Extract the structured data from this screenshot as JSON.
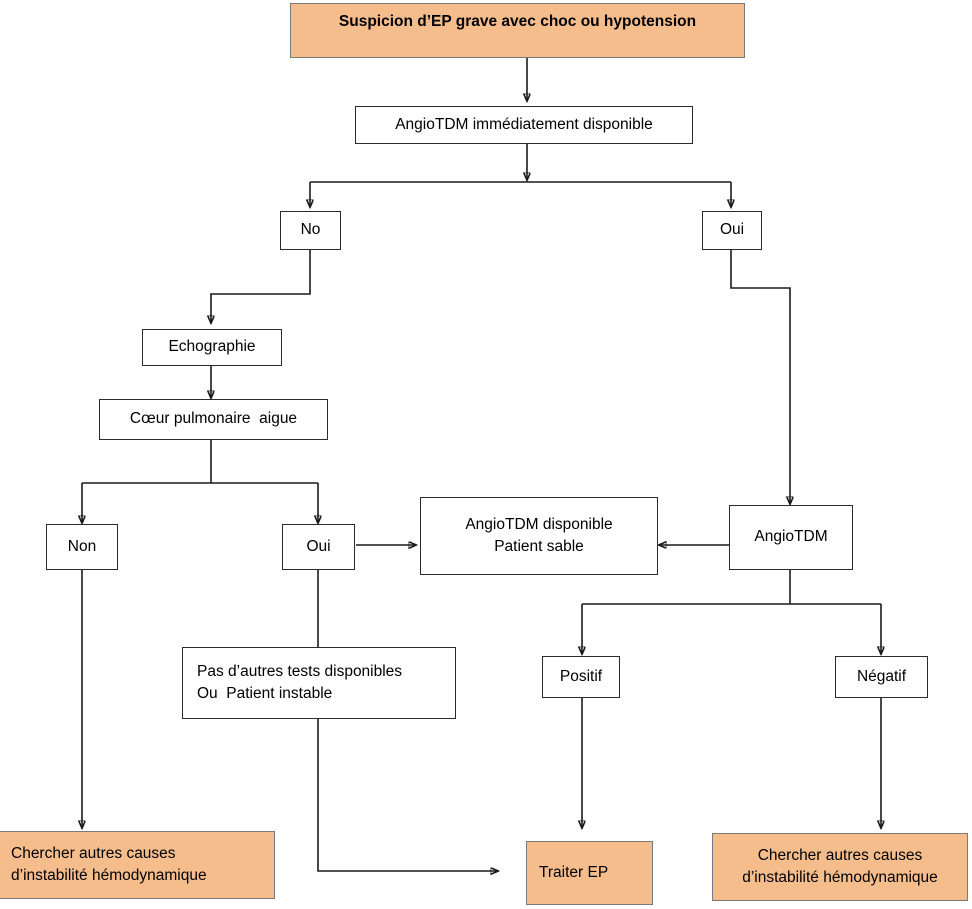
{
  "diagram": {
    "title_node": "Suspicion d’EP grave avec choc ou hypotension",
    "colors": {
      "orange_fill": "#f5bd8c",
      "box_border": "#2b2b2b",
      "line": "#1a1a1a",
      "background": "#ffffff"
    },
    "nodes": {
      "suspicion": "Suspicion d’EP grave avec choc ou hypotension",
      "angiotdm_dispo_immediat": "AngioTDM immédiatement disponible",
      "branch_no": "No",
      "branch_oui_top": "Oui",
      "echographie": "Echographie",
      "coeur_pulmonaire": "Cœur pulmonaire  aigue",
      "non": "Non",
      "oui_mid": "Oui",
      "angiotdm_disponible_l1": "AngioTDM disponible",
      "angiotdm_disponible_l2": "Patient sable",
      "angiotdm": "AngioTDM",
      "pas_autres_tests_l1": "Pas d’autres tests disponibles",
      "pas_autres_tests_l2": "Ou  Patient instable",
      "positif": "Positif",
      "negatif": "Négatif",
      "chercher_gauche_l1": "Chercher autres causes",
      "chercher_gauche_l2": "d’instabilité hémodynamique",
      "traiter_ep": "Traiter EP",
      "chercher_droite_l1": "Chercher autres causes",
      "chercher_droite_l2": "d’instabilité hémodynamique"
    }
  }
}
